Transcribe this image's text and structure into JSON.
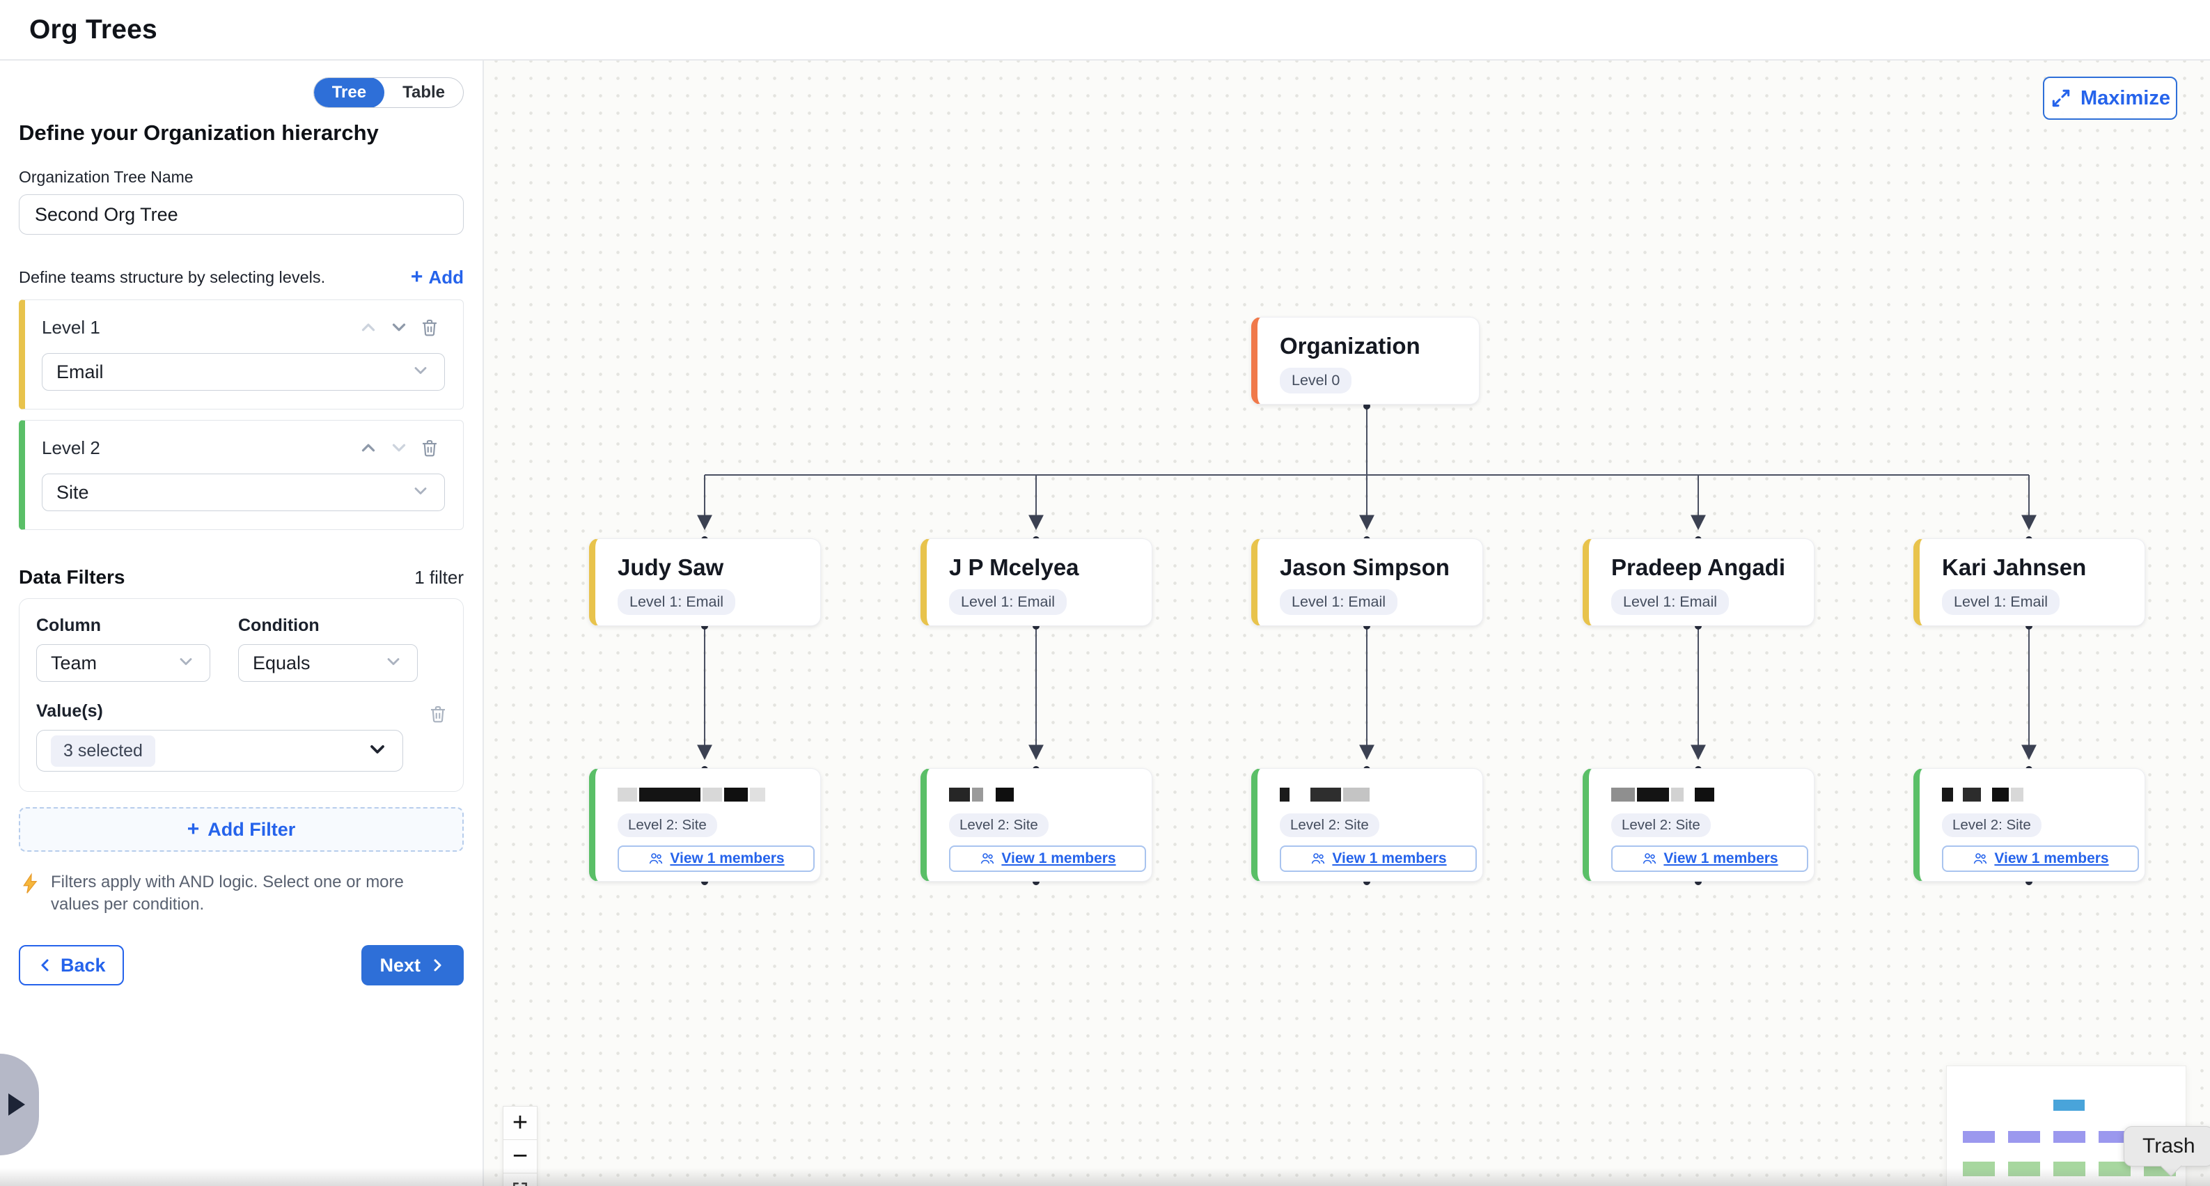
{
  "app": {
    "title": "Org Trees"
  },
  "colors": {
    "primary_blue": "#2e6fd8",
    "link_blue": "#2563eb",
    "accent_orange": "#f0794a",
    "accent_yellow": "#e8c34c",
    "accent_green": "#5abf67",
    "badge_bg": "#eef0f8",
    "edge_color": "#4a5062"
  },
  "sidebar": {
    "view_toggle": {
      "tree_label": "Tree",
      "table_label": "Table",
      "selected": "Tree"
    },
    "heading": "Define your Organization hierarchy",
    "tree_name_label": "Organization Tree Name",
    "tree_name_value": "Second Org Tree",
    "levels_description": "Define teams structure by selecting levels.",
    "add_level_plus": "+",
    "add_level_label": "Add",
    "levels": [
      {
        "label": "Level 1",
        "selected_value": "Email",
        "accent": "accent_yellow"
      },
      {
        "label": "Level 2",
        "selected_value": "Site",
        "accent": "accent_green"
      }
    ],
    "data_filters": {
      "title": "Data Filters",
      "count_label": "1 filter",
      "column_label": "Column",
      "column_value": "Team",
      "condition_label": "Condition",
      "condition_value": "Equals",
      "values_label": "Value(s)",
      "values_value": "3 selected",
      "add_filter_plus": "+",
      "add_filter_label": "Add Filter",
      "note": "Filters apply with AND logic. Select one or more values per condition."
    },
    "back_label": "Back",
    "next_label": "Next"
  },
  "canvas": {
    "maximize_label": "Maximize",
    "root_node": {
      "title": "Organization",
      "badge": "Level 0"
    },
    "level1_nodes": [
      {
        "title": "Judy Saw",
        "badge": "Level 1: Email"
      },
      {
        "title": "J P Mcelyea",
        "badge": "Level 1: Email"
      },
      {
        "title": "Jason Simpson",
        "badge": "Level 1: Email"
      },
      {
        "title": "Pradeep Angadi",
        "badge": "Level 1: Email"
      },
      {
        "title": "Kari Jahnsen",
        "badge": "Level 1: Email"
      }
    ],
    "level2_nodes": [
      {
        "badge": "Level 2: Site",
        "view_members_label": "View 1 members",
        "name_redacted": true,
        "redaction_blocks": [
          {
            "w": 28,
            "c": "#d8d8d8"
          },
          {
            "w": 88,
            "c": "#141414"
          },
          {
            "w": 28,
            "c": "#d8d8d8"
          },
          {
            "w": 34,
            "c": "#101010"
          },
          {
            "w": 22,
            "c": "#e0e0e0"
          }
        ]
      },
      {
        "badge": "Level 2: Site",
        "view_members_label": "View 1 members",
        "name_redacted": true,
        "redaction_blocks": [
          {
            "w": 30,
            "c": "#262626"
          },
          {
            "w": 16,
            "c": "#9a9a9a"
          },
          {
            "w": 12,
            "c": "transparent"
          },
          {
            "w": 26,
            "c": "#0f0f0f"
          }
        ]
      },
      {
        "badge": "Level 2: Site",
        "view_members_label": "View 1 members",
        "name_redacted": true,
        "redaction_blocks": [
          {
            "w": 14,
            "c": "#1b1b1b"
          },
          {
            "w": 24,
            "c": "transparent"
          },
          {
            "w": 44,
            "c": "#2e2e2e"
          },
          {
            "w": 38,
            "c": "#c4c4c4"
          }
        ]
      },
      {
        "badge": "Level 2: Site",
        "view_members_label": "View 1 members",
        "name_redacted": true,
        "redaction_blocks": [
          {
            "w": 34,
            "c": "#8f8f8f"
          },
          {
            "w": 46,
            "c": "#141414"
          },
          {
            "w": 18,
            "c": "#d2d2d2"
          },
          {
            "w": 10,
            "c": "transparent"
          },
          {
            "w": 28,
            "c": "#101010"
          }
        ]
      },
      {
        "badge": "Level 2: Site",
        "view_members_label": "View 1 members",
        "name_redacted": true,
        "redaction_blocks": [
          {
            "w": 16,
            "c": "#181818"
          },
          {
            "w": 8,
            "c": "transparent"
          },
          {
            "w": 26,
            "c": "#2c2c2c"
          },
          {
            "w": 10,
            "c": "transparent"
          },
          {
            "w": 24,
            "c": "#111111"
          },
          {
            "w": 18,
            "c": "#d8d8d8"
          }
        ]
      }
    ],
    "zoom_controls": {
      "zoom_in": "+",
      "zoom_out": "−"
    },
    "tooltip": "Trash"
  }
}
